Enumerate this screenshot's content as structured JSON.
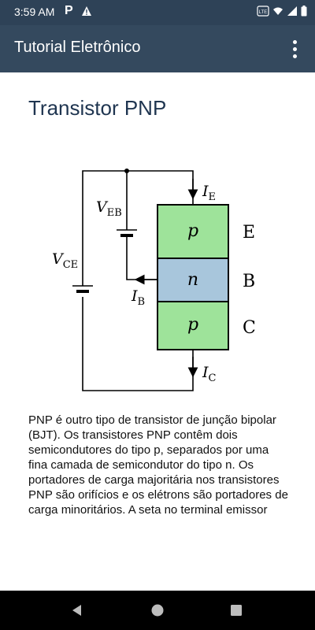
{
  "status_bar": {
    "time": "3:59 AM",
    "icons_left": [
      "parking-icon",
      "warning-icon"
    ],
    "icons_right": [
      "volte-icon",
      "wifi-icon",
      "signal-icon",
      "battery-icon"
    ]
  },
  "app_bar": {
    "title": "Tutorial Eletrônico",
    "menu_icon": "more-vert-icon"
  },
  "page": {
    "title": "Transistor PNP",
    "diagram": {
      "layers": [
        {
          "symbol": "p",
          "terminal": "E",
          "color": "#9ee39a"
        },
        {
          "symbol": "n",
          "terminal": "B",
          "color": "#a8c6dc"
        },
        {
          "symbol": "p",
          "terminal": "C",
          "color": "#9ee39a"
        }
      ],
      "labels": {
        "ie": "I",
        "ie_sub": "E",
        "ib": "I",
        "ib_sub": "B",
        "ic": "I",
        "ic_sub": "C",
        "veb": "V",
        "veb_sub": "EB",
        "vce": "V",
        "vce_sub": "CE"
      }
    },
    "body": "PNP é outro tipo de transistor de junção bipolar (BJT). Os transistores PNP contêm dois semicondutores do tipo p, separados por uma fina camada de semicondutor do tipo n. Os portadores de carga majoritária nos transistores PNP são orifícios e os elétrons são portadores de carga minoritários. A seta no terminal emissor"
  },
  "nav_bar": {
    "buttons": [
      "back-icon",
      "home-icon",
      "recents-icon"
    ]
  }
}
